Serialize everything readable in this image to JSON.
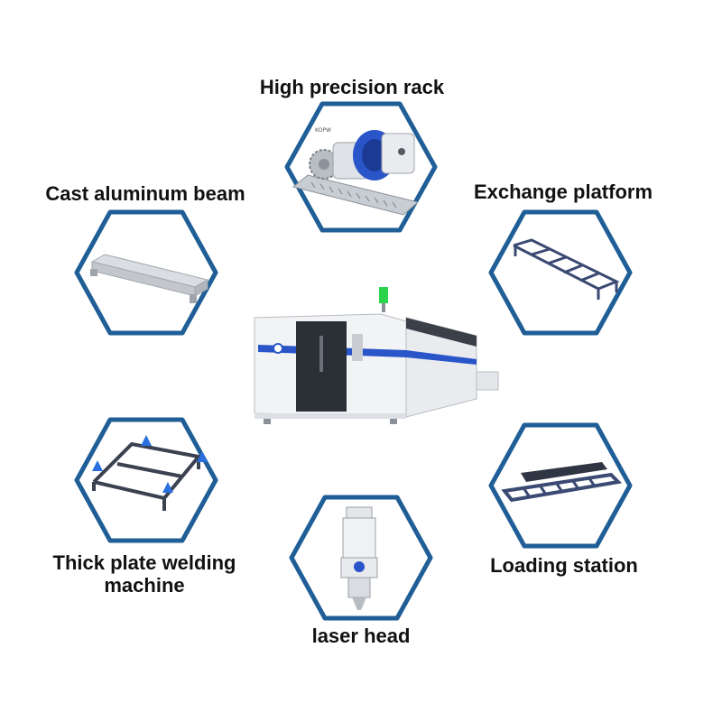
{
  "colors": {
    "hex_border": "#1f5e96",
    "label_text": "#111111",
    "accent_blue": "#2a55c9",
    "machine_body": "#f2f3f5",
    "machine_dark": "#2b2f36",
    "indicator_green": "#2bd44a"
  },
  "features": [
    {
      "id": "rack",
      "label": "High precision rack",
      "icon": "gear-rack-icon"
    },
    {
      "id": "beam",
      "label": "Cast aluminum beam",
      "icon": "aluminum-beam-icon"
    },
    {
      "id": "platform",
      "label": "Exchange platform",
      "icon": "exchange-platform-icon"
    },
    {
      "id": "welding",
      "label_line1": "Thick plate welding",
      "label_line2": "machine",
      "icon": "welded-frame-icon"
    },
    {
      "id": "loading",
      "label": "Loading station",
      "icon": "loading-station-icon"
    },
    {
      "id": "head",
      "label": "laser head",
      "icon": "laser-head-icon"
    }
  ],
  "center": {
    "icon": "laser-cutting-machine-icon"
  }
}
